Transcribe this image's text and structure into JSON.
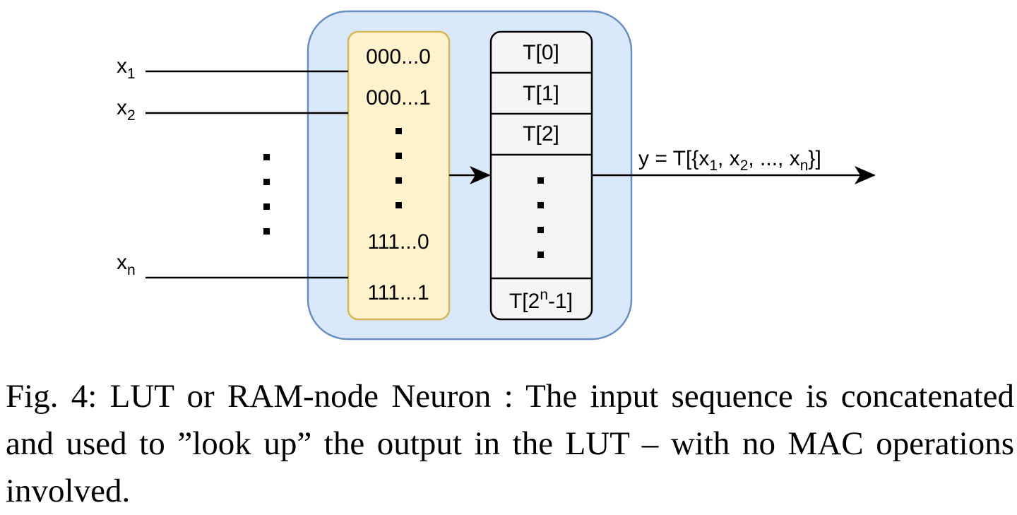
{
  "inputs": [
    {
      "base": "x",
      "sub": "1"
    },
    {
      "base": "x",
      "sub": "2"
    },
    {
      "base": "x",
      "sub": "n"
    }
  ],
  "address_column": {
    "first": [
      "000...0",
      "000...1"
    ],
    "last": [
      "111...0",
      "111...1"
    ]
  },
  "lut_column": {
    "cells": [
      "T[0]",
      "T[1]",
      "T[2]"
    ],
    "last_cell": {
      "pre": "T[2",
      "sup": "n",
      "post": "-1]"
    }
  },
  "output": {
    "pre": "y = T[{x",
    "sub1": "1",
    "mid1": ", x",
    "sub2": "2",
    "mid2": ", ..., x",
    "sub3": "n",
    "post": "}]"
  },
  "caption": "Fig. 4: LUT or RAM-node Neuron : The input sequence is concatenated and used to ”look up” the output in the LUT – with no MAC operations involved.",
  "colors": {
    "outer_fill": "#dae8fc",
    "outer_stroke": "#6c8ebf",
    "address_fill": "#fff2cc",
    "address_stroke": "#d6b656",
    "lut_fill": "#f5f5f5",
    "lut_stroke": "#000000"
  }
}
